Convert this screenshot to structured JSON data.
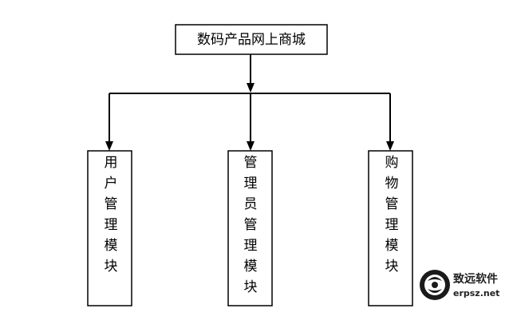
{
  "diagram": {
    "root": {
      "label": "数码产品网上商城"
    },
    "children": [
      {
        "label": "用户管理模块"
      },
      {
        "label": "管理员管理模块"
      },
      {
        "label": "购物管理模块"
      }
    ]
  },
  "watermark": {
    "brand": "致远软件",
    "domain": "erpsz.net"
  }
}
